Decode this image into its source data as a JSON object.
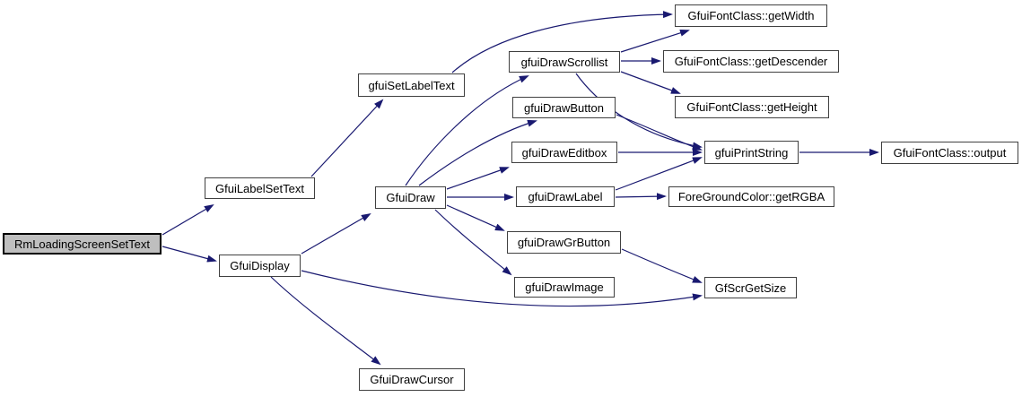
{
  "diagram": {
    "type": "call-graph",
    "root_function": "RmLoadingScreenSetText",
    "colors": {
      "background": "#ffffff",
      "edge": "#191970",
      "node_fill": "#ffffff",
      "root_fill": "#bfbfbf",
      "border": "#404040",
      "text": "#000000"
    },
    "nodes": [
      {
        "id": "root",
        "label": "RmLoadingScreenSetText",
        "type": "root"
      },
      {
        "id": "labelsettext",
        "label": "GfuiLabelSetText",
        "type": "node"
      },
      {
        "id": "display",
        "label": "GfuiDisplay",
        "type": "node"
      },
      {
        "id": "setlabeltext",
        "label": "gfuiSetLabelText",
        "type": "node"
      },
      {
        "id": "draw",
        "label": "GfuiDraw",
        "type": "node"
      },
      {
        "id": "scrollist",
        "label": "gfuiDrawScrollist",
        "type": "node"
      },
      {
        "id": "button",
        "label": "gfuiDrawButton",
        "type": "node"
      },
      {
        "id": "editbox",
        "label": "gfuiDrawEditbox",
        "type": "node"
      },
      {
        "id": "label",
        "label": "gfuiDrawLabel",
        "type": "node"
      },
      {
        "id": "grbutton",
        "label": "gfuiDrawGrButton",
        "type": "node"
      },
      {
        "id": "image",
        "label": "gfuiDrawImage",
        "type": "node"
      },
      {
        "id": "cursor",
        "label": "GfuiDrawCursor",
        "type": "node"
      },
      {
        "id": "getwidth",
        "label": "GfuiFontClass::getWidth",
        "type": "node"
      },
      {
        "id": "getdescender",
        "label": "GfuiFontClass::getDescender",
        "type": "node"
      },
      {
        "id": "getheight",
        "label": "GfuiFontClass::getHeight",
        "type": "node"
      },
      {
        "id": "printstring",
        "label": "gfuiPrintString",
        "type": "node"
      },
      {
        "id": "output",
        "label": "GfuiFontClass::output",
        "type": "node"
      },
      {
        "id": "getrgba",
        "label": "ForeGroundColor::getRGBA",
        "type": "node"
      },
      {
        "id": "getsize",
        "label": "GfScrGetSize",
        "type": "node"
      }
    ],
    "edges": [
      {
        "from": "root",
        "to": "labelsettext"
      },
      {
        "from": "root",
        "to": "display"
      },
      {
        "from": "labelsettext",
        "to": "setlabeltext"
      },
      {
        "from": "setlabeltext",
        "to": "getwidth"
      },
      {
        "from": "display",
        "to": "draw"
      },
      {
        "from": "display",
        "to": "getsize"
      },
      {
        "from": "display",
        "to": "cursor"
      },
      {
        "from": "draw",
        "to": "scrollist"
      },
      {
        "from": "draw",
        "to": "button"
      },
      {
        "from": "draw",
        "to": "editbox"
      },
      {
        "from": "draw",
        "to": "label"
      },
      {
        "from": "draw",
        "to": "grbutton"
      },
      {
        "from": "draw",
        "to": "image"
      },
      {
        "from": "scrollist",
        "to": "getwidth"
      },
      {
        "from": "scrollist",
        "to": "getdescender"
      },
      {
        "from": "scrollist",
        "to": "getheight"
      },
      {
        "from": "scrollist",
        "to": "printstring"
      },
      {
        "from": "button",
        "to": "printstring"
      },
      {
        "from": "editbox",
        "to": "printstring"
      },
      {
        "from": "label",
        "to": "printstring"
      },
      {
        "from": "label",
        "to": "getrgba"
      },
      {
        "from": "grbutton",
        "to": "getsize"
      },
      {
        "from": "printstring",
        "to": "output"
      }
    ]
  }
}
